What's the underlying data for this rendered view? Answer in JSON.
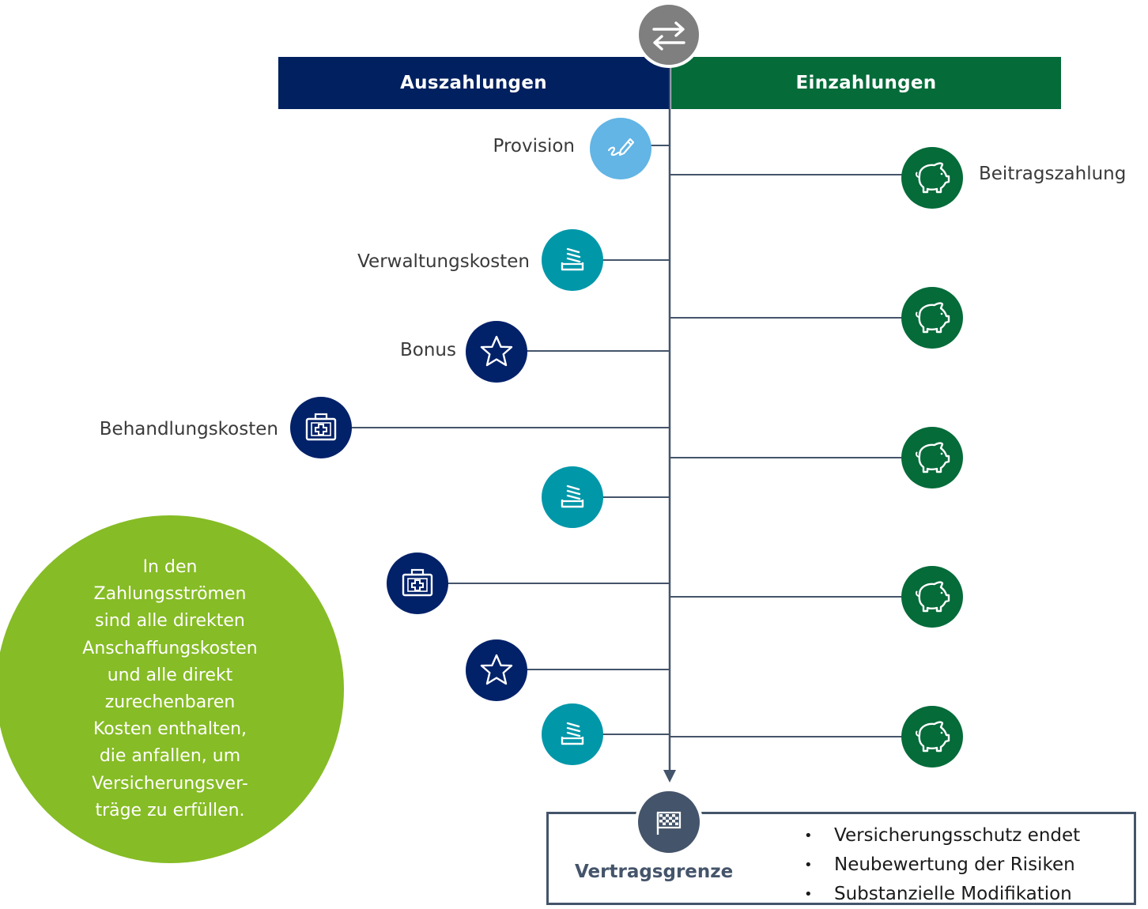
{
  "header": {
    "left_label": "Auszahlungen",
    "right_label": "Einzahlungen"
  },
  "payouts": [
    {
      "label": "Provision",
      "icon": "signature-pen-icon",
      "color": "#62b5e5"
    },
    {
      "label": "Verwaltungskosten",
      "icon": "document-stack-icon",
      "color": "#0097a9"
    },
    {
      "label": "Bonus",
      "icon": "star-icon",
      "color": "#012169"
    },
    {
      "label": "Behandlungskosten",
      "icon": "medical-kit-icon",
      "color": "#012169"
    },
    {
      "label": "",
      "icon": "document-stack-icon",
      "color": "#0097a9"
    },
    {
      "label": "",
      "icon": "medical-kit-icon",
      "color": "#012169"
    },
    {
      "label": "",
      "icon": "star-icon",
      "color": "#012169"
    },
    {
      "label": "",
      "icon": "document-stack-icon",
      "color": "#0097a9"
    }
  ],
  "deposits": [
    {
      "label": "Beitragszahlung",
      "icon": "piggy-bank-icon",
      "color": "#046b39"
    },
    {
      "label": "",
      "icon": "piggy-bank-icon",
      "color": "#046b39"
    },
    {
      "label": "",
      "icon": "piggy-bank-icon",
      "color": "#046b39"
    },
    {
      "label": "",
      "icon": "piggy-bank-icon",
      "color": "#046b39"
    },
    {
      "label": "",
      "icon": "piggy-bank-icon",
      "color": "#046b39"
    }
  ],
  "note": {
    "text": "In den\nZahlungsströmen\nsind alle direkten\nAnschaffungskosten\nund alle direkt\nzurechenbaren\nKosten enthalten,\ndie anfallen, um\nVersicherungsver-\nträge zu erfüllen.",
    "color": "#86bc25"
  },
  "end": {
    "title": "Vertragsgrenze",
    "items": [
      "Versicherungsschutz endet",
      "Neubewertung der Risiken",
      "Substanzielle Modifikation"
    ],
    "icon": "checkered-flag-icon",
    "color": "#44546a"
  },
  "top_icon": {
    "icon": "exchange-arrows-icon",
    "color": "#7f7f7f"
  },
  "timeline_color": "#44546a"
}
